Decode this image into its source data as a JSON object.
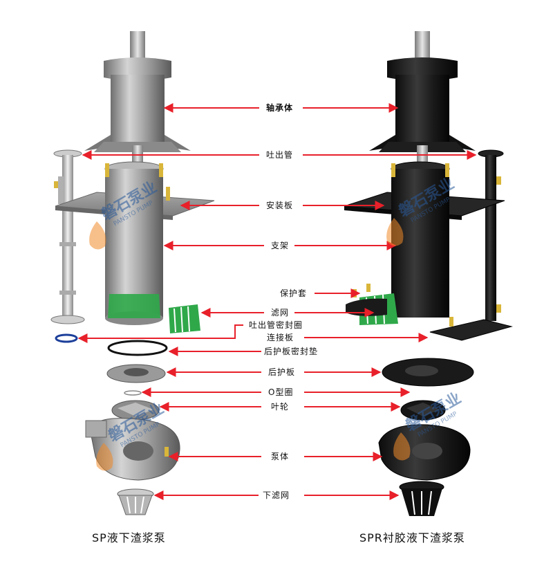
{
  "labels": {
    "bearing_body": "轴承体",
    "outlet_pipe": "吐出管",
    "mounting_plate": "安装板",
    "support_frame": "支架",
    "protective_sleeve": "保护套",
    "strainer": "滤网",
    "outlet_pipe_seal_ring": "吐出管密封圈",
    "connecting_plate": "连接板",
    "rear_guard_plate_gasket": "后护板密封垫",
    "rear_guard_plate": "后护板",
    "o_ring": "O型圈",
    "impeller": "叶轮",
    "pump_body": "泵体",
    "lower_strainer": "下滤网"
  },
  "captions": {
    "left": "SP液下渣浆泵",
    "right": "SPR衬胶液下渣浆泵"
  },
  "watermark": {
    "brand_cn": "磐石泵业",
    "brand_en": "PANSTO PUMP"
  },
  "colors": {
    "arrow": "#e8202a",
    "metal": "#9c9c9c",
    "rubber": "#1c1c1c",
    "strainer_green": "#2fa84a",
    "bolt_yellow": "#d9b63a"
  }
}
